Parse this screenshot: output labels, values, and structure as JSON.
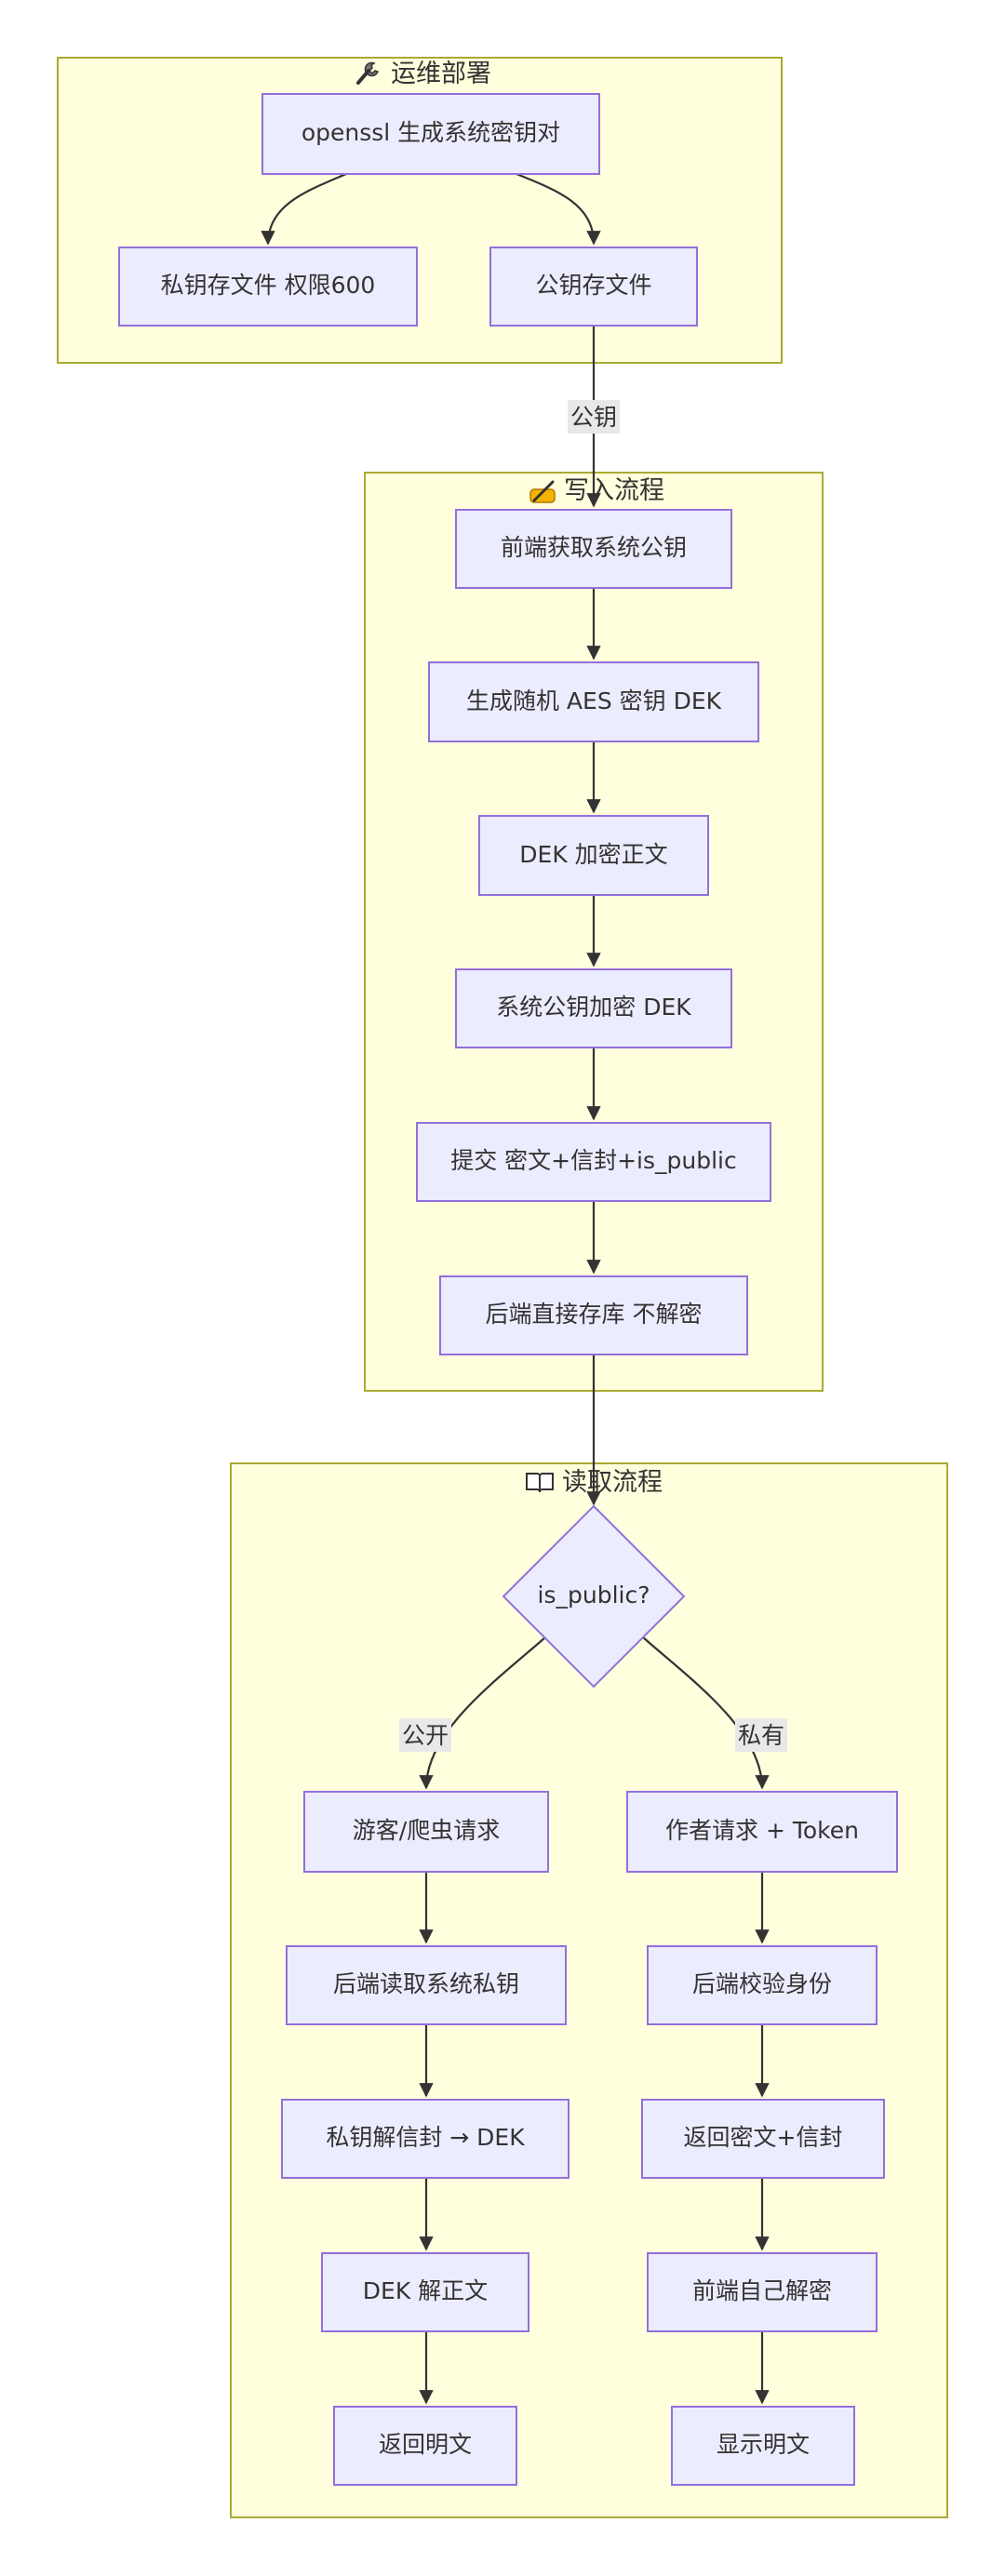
{
  "clusters": {
    "ops": {
      "icon": "wrench-icon",
      "title": "运维部署"
    },
    "write": {
      "icon": "writing-hand-icon",
      "title": "写入流程"
    },
    "read": {
      "icon": "open-book-icon",
      "title": "读取流程"
    }
  },
  "nodes": {
    "gen_keypair": "openssl 生成系统密钥对",
    "private_file": "私钥存文件 权限600",
    "public_file": "公钥存文件",
    "fetch_pubkey": "前端获取系统公钥",
    "gen_dek": "生成随机 AES 密钥 DEK",
    "dek_encrypt": "DEK 加密正文",
    "wrap_dek": "系统公钥加密 DEK",
    "submit": "提交 密文+信封+is_public",
    "store": "后端直接存库 不解密",
    "decision": "is_public?",
    "guest_request": "游客/爬虫请求",
    "read_privkey": "后端读取系统私钥",
    "unwrap_dek": "私钥解信封 → DEK",
    "dek_decrypt": "DEK 解正文",
    "return_plain": "返回明文",
    "author_request": "作者请求 + Token",
    "verify_identity": "后端校验身份",
    "return_cipher": "返回密文+信封",
    "client_decrypt": "前端自己解密",
    "show_plain": "显示明文"
  },
  "edge_labels": {
    "pubkey": "公钥",
    "public": "公开",
    "private": "私有"
  },
  "colors": {
    "cluster_fill": "#ffffde",
    "cluster_stroke": "#aaaa33",
    "node_fill": "#ececff",
    "node_stroke": "#9370db",
    "edge": "#333333",
    "edge_label_bg": "#e8e8e8"
  }
}
